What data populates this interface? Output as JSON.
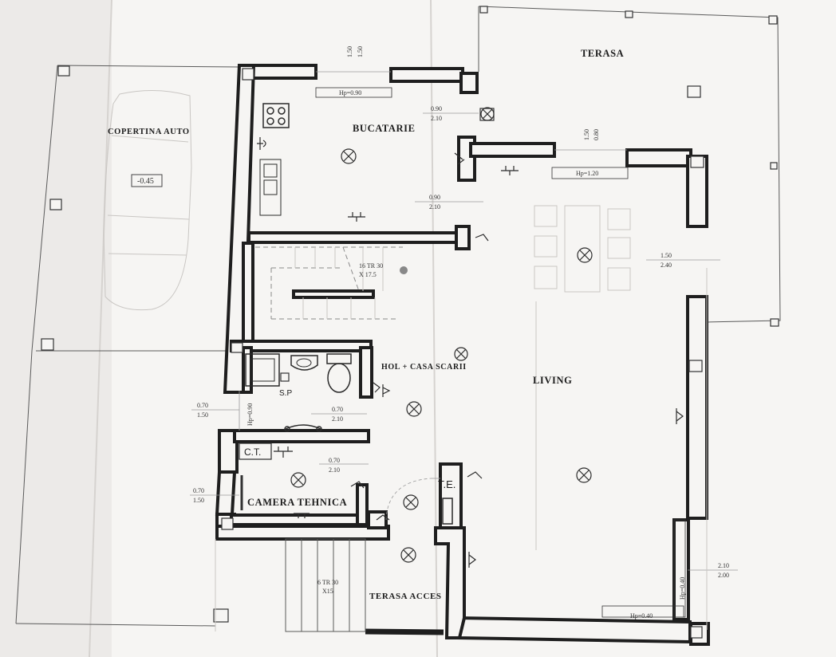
{
  "rooms": {
    "terasa": "TERASA",
    "bucatarie": "BUCATARIE",
    "copertina_auto": "COPERTINA AUTO",
    "living": "LIVING",
    "hol_casa_scarii": "HOL + CASA SCARII",
    "camera_tehnica": "CAMERA TEHNICA",
    "terasa_acces": "TERASA ACCES"
  },
  "labels": {
    "level": "-0.45",
    "ct": "C.T.",
    "te": "T.E.",
    "sp": "S.P",
    "stairs_upper_1": "16 TR 30",
    "stairs_upper_2": "X 17.5",
    "stairs_lower_1": "6 TR 30",
    "stairs_lower_2": "X15"
  },
  "dimensions": {
    "kitchen_top_a": "1.50",
    "kitchen_top_b": "1.50",
    "kitchen_window": "Hp=0.90",
    "door_terrace_a": "0.90",
    "door_terrace_b": "2.10",
    "living_top_a": "1.50",
    "living_top_b": "0.80",
    "living_window": "Hp=1.20",
    "kitchen_door_a": "0.90",
    "kitchen_door_b": "2.10",
    "right_door_a": "1.50",
    "right_door_b": "2.40",
    "left_window_a": "0.70",
    "left_window_b": "1.50",
    "left_window_hp": "Hp=0.90",
    "bath_door_a": "0.70",
    "bath_door_b": "2.10",
    "tech_door_a": "0.70",
    "tech_door_b": "2.10",
    "tech_window_a": "0.70",
    "tech_window_b": "1.50",
    "right_low_a": "2.10",
    "right_low_b": "2.00",
    "right_low_hp": "Hp=0.40",
    "bottom_window": "Hp=0.40"
  }
}
